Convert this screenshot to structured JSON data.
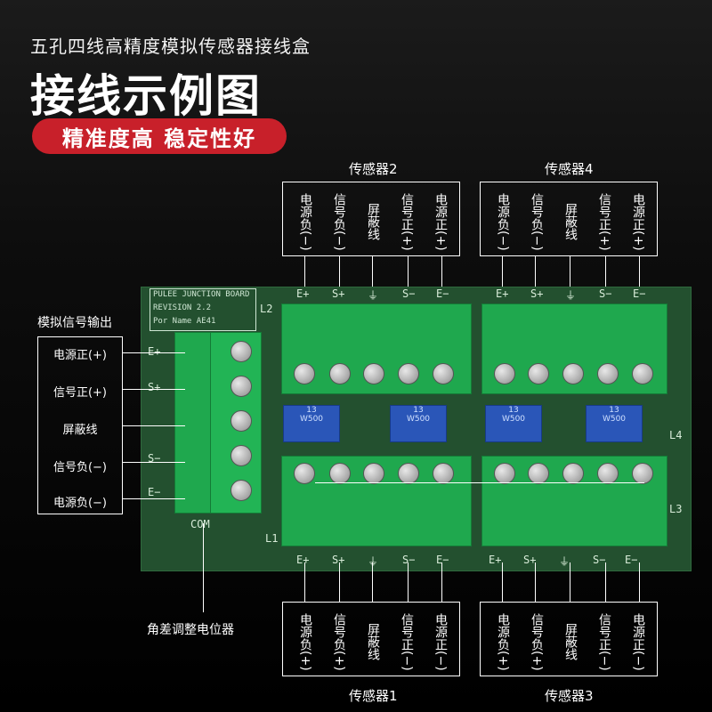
{
  "header": {
    "subtitle": "五孔四线高精度模拟传感器接线盒",
    "title": "接线示例图",
    "badge": "精准度高 稳定性好"
  },
  "sensors": {
    "top_left": {
      "label": "传感器2",
      "wires": [
        "电源负(−)",
        "信号负(−)",
        "屏蔽线",
        "信号正(+)",
        "电源正(+)"
      ]
    },
    "top_right": {
      "label": "传感器4",
      "wires": [
        "电源负(−)",
        "信号负(−)",
        "屏蔽线",
        "信号正(+)",
        "电源正(+)"
      ]
    },
    "bottom_left": {
      "label": "传感器1",
      "wires": [
        "电源负(+)",
        "信号负(+)",
        "屏蔽线",
        "信号正(−)",
        "电源正(−)"
      ]
    },
    "bottom_right": {
      "label": "传感器3",
      "wires": [
        "电源负(+)",
        "信号负(+)",
        "屏蔽线",
        "信号正(−)",
        "电源正(−)"
      ]
    }
  },
  "output": {
    "label": "模拟信号输出",
    "rows": [
      "电源正(+)",
      "信号正(+)",
      "屏蔽线",
      "信号负(−)",
      "电源负(−)"
    ]
  },
  "pot_label": "角差调整电位器",
  "board": {
    "plate_lines": [
      "PULEE JUNCTION BOARD",
      "REVISION  2.2",
      "Por Name  AE41"
    ],
    "com": "COM",
    "pins_top": [
      "E+",
      "S+",
      "⏚",
      "S−",
      "E−"
    ],
    "pins_bottom": [
      "E+",
      "S+",
      "⏚",
      "S−",
      "E−"
    ],
    "pins_left": [
      "E+",
      "S+",
      "S−",
      "E−"
    ],
    "pot_text": "W500",
    "pot_num": "13",
    "ids": [
      "L1",
      "L2",
      "L3",
      "L4"
    ]
  }
}
